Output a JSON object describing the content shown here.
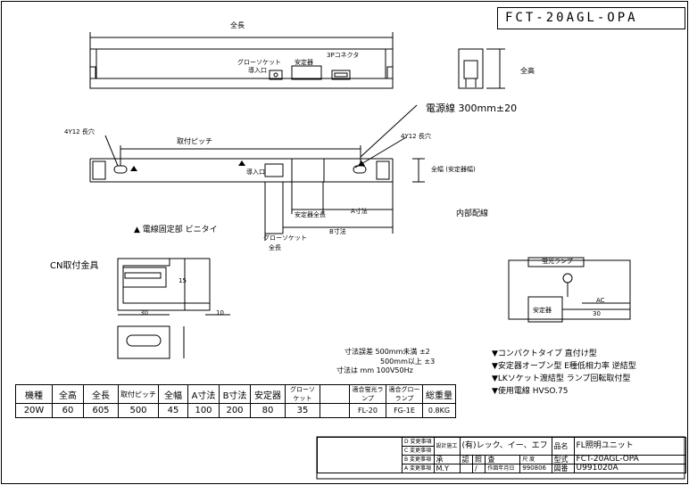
{
  "title_box": {
    "code": "FCT-20AGL-OPA"
  },
  "top_view": {
    "overall_length": "全長",
    "glow_socket": "グローソケット",
    "ballast": "安定器",
    "connector": "3Pコネクタ",
    "power_inlet": "導入口",
    "overall_height": "全高"
  },
  "plan_view": {
    "power_cord": "電源線 300mm±20",
    "hole_left": "4Y12 長穴",
    "hole_right": "4Y12 長穴",
    "mount_pitch": "取付ピッチ",
    "inlet": "導入口",
    "width": "全幅 (安定器幅)",
    "ballast_length": "安定器全長",
    "dim_a": "A寸法",
    "dim_b": "B寸法",
    "glow_socket": "グローソケット",
    "overall": "全長",
    "internal_wiring": "内部配線",
    "fixing_note": "▲ 電線固定部 ビニタイ"
  },
  "bracket": {
    "title": "CN取付金具",
    "dim_30": "30",
    "dim_10": "10",
    "dim_h": "15"
  },
  "wiring": {
    "lamp": "蛍光ランプ",
    "ballast": "安定器",
    "ac": "AC",
    "v": "30"
  },
  "tolerances": {
    "line1": "寸法誤差  500mm未満 ±2",
    "line2": "500mm以上 ±3",
    "line3": "寸法は mm 100V50Hz"
  },
  "features": [
    "▼コンパクトタイプ 直付け型",
    "▼安定器オープン型 E種低相力率 逆結型",
    "▼LKソケット渡結型 ランプ回転取付型",
    "▼使用電線 HVSO.75"
  ],
  "spec_table": {
    "headers": [
      "機種",
      "全高",
      "全長",
      "取付ピッチ",
      "全幅",
      "A寸法",
      "B寸法",
      "安定器",
      "グローソケット",
      "",
      "適合蛍光ランプ",
      "適合グローランプ",
      "総重量"
    ],
    "row": [
      "20W",
      "60",
      "605",
      "500",
      "45",
      "100",
      "200",
      "80",
      "35",
      "",
      "FL-20",
      "FG-1E",
      "0.8KG"
    ]
  },
  "title_block": {
    "company": "(有)レック、イー、エフ",
    "company_label": "設計施工",
    "product_name_label": "品名",
    "product_name": "FL照明ユニット",
    "model_label": "型式",
    "model": "FCT-20AGL-OPA",
    "drawing_no_label": "図番",
    "drawing_no": "U991020A",
    "rev_labels": [
      "D 変更事項",
      "C 変更事項",
      "B 変更事項",
      "A 変更事項"
    ],
    "approval_labels": [
      "承",
      "認",
      "照",
      "査",
      "尺 度",
      "作図年月日"
    ],
    "date": "990806",
    "scale": "/",
    "checker": "M.Y"
  }
}
